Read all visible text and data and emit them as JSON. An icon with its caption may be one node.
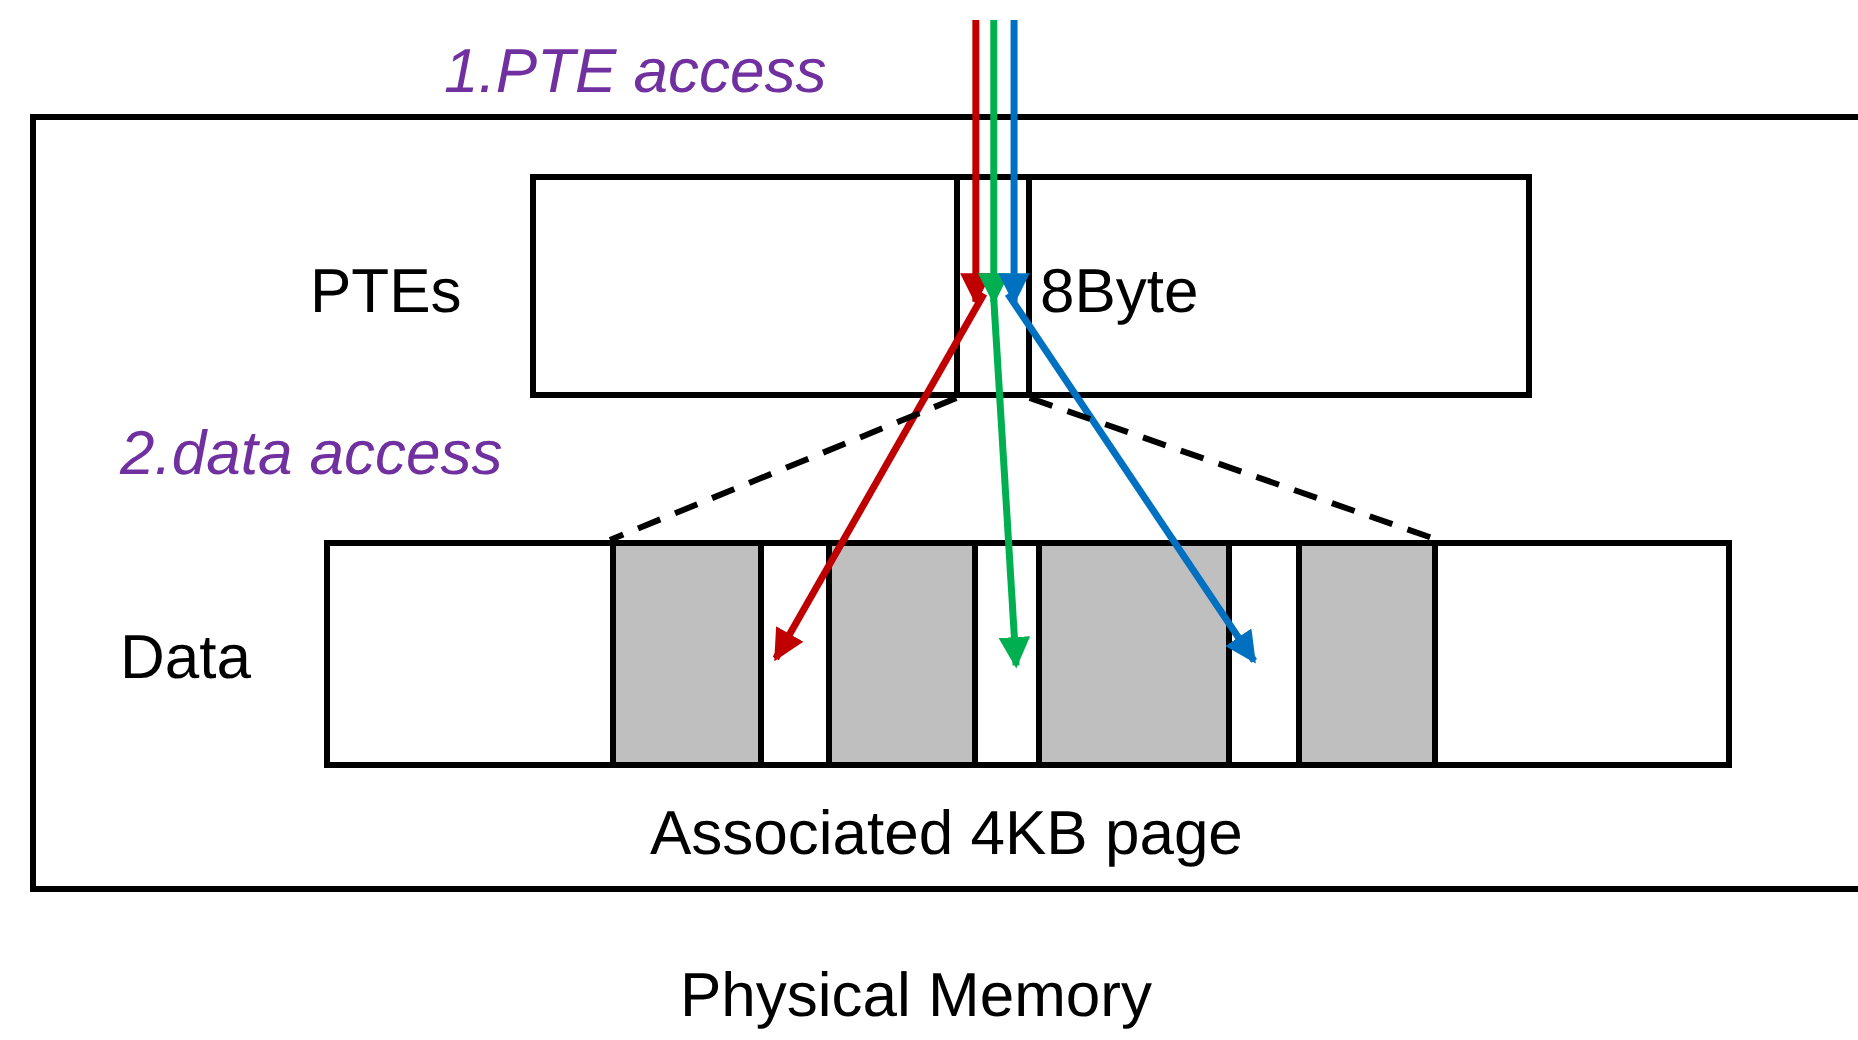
{
  "diagram": {
    "nodes": [
      {
        "text": [],
        "shape": "box",
        "beside": [
          "Physical Memory"
        ]
      },
      {
        "text": [
          "8Byte"
        ],
        "in": 0,
        "beside": [
          "PTEs"
        ]
      },
      {
        "text": [],
        "shape": "box",
        "in": 1
      },
      {
        "text": [],
        "shape": "box",
        "in": 0,
        "beside": [
          "Data"
        ]
      },
      {
        "text": [],
        "shape": "box",
        "in": 3,
        "beside": [
          "Associated 4KB page"
        ]
      },
      {
        "text": [],
        "shape": "box",
        "in": 4
      },
      {
        "text": [],
        "shape": "box",
        "in": 4
      },
      {
        "text": [],
        "shape": "box",
        "in": 4
      }
    ],
    "edges": [
      {
        "from": null,
        "to": 2,
        "arrow": "to",
        "color": "#c00000"
      },
      {
        "from": null,
        "to": 2,
        "arrow": "to",
        "color": "#00b050"
      },
      {
        "from": null,
        "to": 2,
        "arrow": "to",
        "color": "#0070c0"
      },
      {
        "from": 2,
        "to": 5,
        "arrow": "to",
        "color": "#c00000"
      },
      {
        "from": 2,
        "to": 6,
        "arrow": "to",
        "color": "#00b050"
      },
      {
        "from": 2,
        "to": 7,
        "arrow": "to",
        "color": "#0070c0"
      },
      {
        "from": 2,
        "to": 4,
        "arrow": "none",
        "style": "dashed",
        "color": "#000000"
      },
      {
        "from": 2,
        "to": 4,
        "arrow": "none",
        "style": "dashed",
        "color": "#000000"
      }
    ],
    "labels": [
      "1.PTE access",
      "2.data access"
    ]
  }
}
